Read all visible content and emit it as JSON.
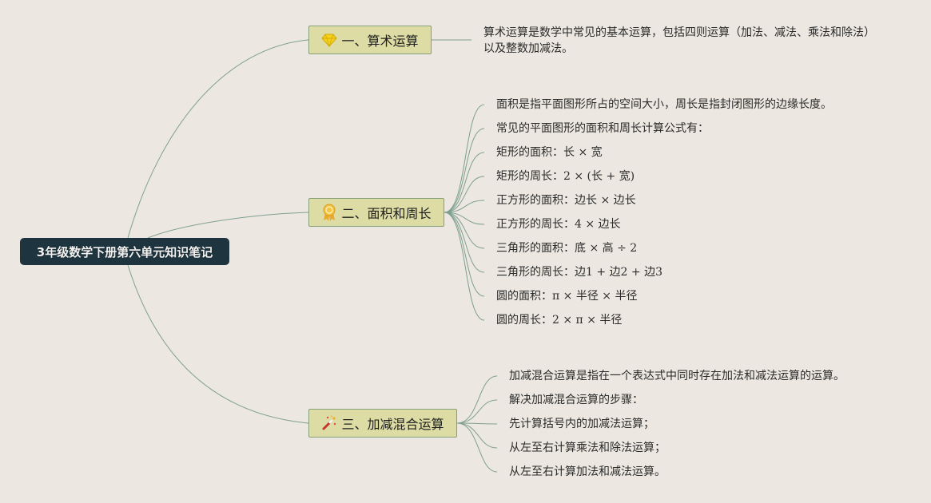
{
  "root": {
    "label": "3年级数学下册第六单元知识笔记"
  },
  "branches": [
    {
      "label": "一、算术运算",
      "icon": "diamond-icon",
      "notes": [
        "算术运算是数学中常见的基本运算，包括四则运算（加法、减法、乘法和除法）以及整数加减法。"
      ]
    },
    {
      "label": "二、面积和周长",
      "icon": "award-ribbon-icon",
      "notes": [
        "面积是指平面图形所占的空间大小，周长是指封闭图形的边缘长度。",
        "常见的平面图形的面积和周长计算公式有：",
        "矩形的面积：长 × 宽",
        "矩形的周长：2 × (长 + 宽)",
        "正方形的面积：边长 × 边长",
        "正方形的周长：4 × 边长",
        "三角形的面积：底 × 高 ÷ 2",
        "三角形的周长：边1 + 边2 + 边3",
        "圆的面积：π × 半径 × 半径",
        "圆的周长：2 × π × 半径"
      ]
    },
    {
      "label": "三、加减混合运算",
      "icon": "magic-wand-icon",
      "notes": [
        "加减混合运算是指在一个表达式中同时存在加法和减法运算的运算。",
        "解决加减混合运算的步骤：",
        "先计算括号内的加减法运算；",
        "从左至右计算乘法和除法运算；",
        "从左至右计算加法和减法运算。"
      ]
    }
  ],
  "colors": {
    "background": "#ece8e1",
    "root_fill": "#1e3540",
    "branch_fill": "#dcdca4",
    "branch_border": "#86a07c",
    "connector": "#7fa08e"
  }
}
